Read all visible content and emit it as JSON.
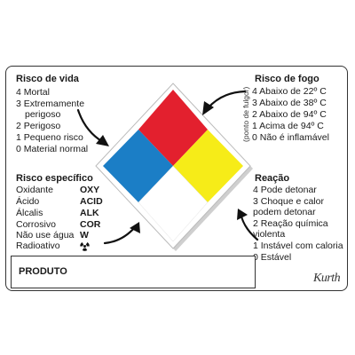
{
  "colors": {
    "health": "#1b7ec6",
    "fire": "#e3202e",
    "reactivity": "#f6ec18",
    "special": "#ffffff"
  },
  "health": {
    "title": "Risco de vida",
    "items": [
      "4 Mortal",
      "3 Extremamente",
      "perigoso",
      "2 Perigoso",
      "1 Pequeno risco",
      "0 Material normal"
    ]
  },
  "fire": {
    "title": "Risco de fogo",
    "subtitle": "(ponto de fulgor)",
    "items": [
      "4 Abaixo de 22º C",
      "3 Abaixo de 38º C",
      "2 Abaixo de 94º C",
      "1 Acima de 94º C",
      "0 Não é inflamável"
    ]
  },
  "special": {
    "title": "Risco específico",
    "items": [
      {
        "label": "Oxidante",
        "code": "OXY"
      },
      {
        "label": "Ácido",
        "code": "ACID"
      },
      {
        "label": "Álcalis",
        "code": "ALK"
      },
      {
        "label": "Corrosivo",
        "code": "COR"
      },
      {
        "label": "Não use água",
        "code": "W"
      },
      {
        "label": "Radioativo",
        "code": "radiation-icon"
      }
    ]
  },
  "reactivity": {
    "title": "Reação",
    "items": [
      "4 Pode detonar",
      "3 Choque e calor",
      "podem detonar",
      "2 Reação química",
      "violenta",
      "1 Instável com caloria",
      "0 Estável"
    ]
  },
  "product": {
    "label": "PRODUTO"
  },
  "brand": {
    "logo": "Kurth"
  }
}
